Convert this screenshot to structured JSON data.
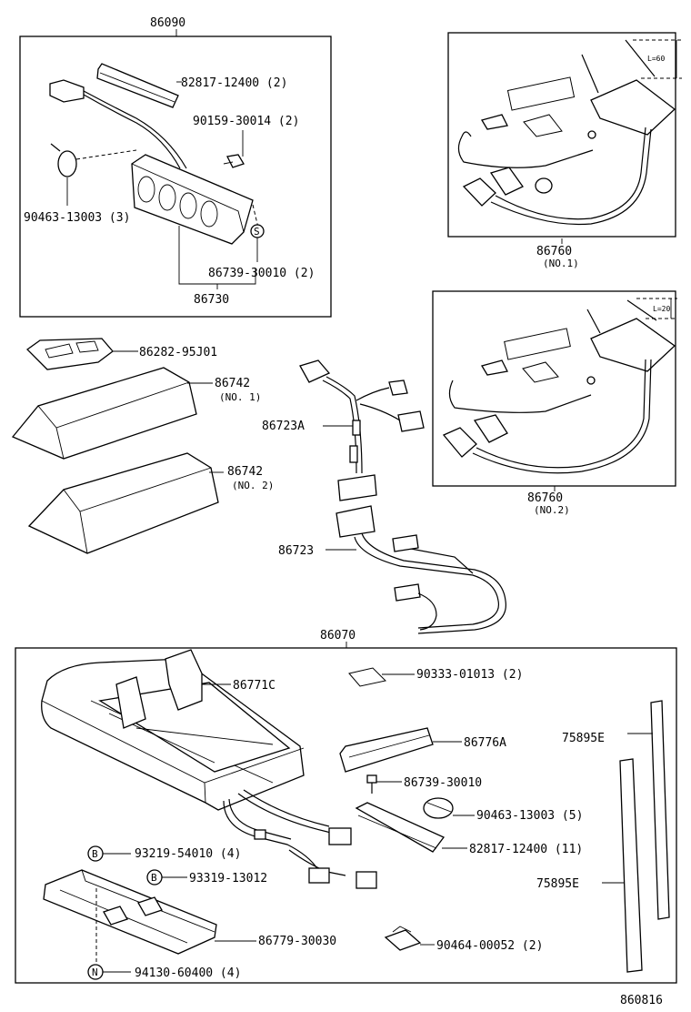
{
  "assemblies": {
    "switch_assy": {
      "number": "86090",
      "parts": {
        "clamp_pad": "82817-12400 (2)",
        "screw": "90159-30014 (2)",
        "clamp": "90463-13003 (3)",
        "screw_s": "86739-30010 (2)",
        "switch_panel": "86730"
      },
      "marker_s": "S"
    },
    "antenna_no1": {
      "number": "86760",
      "sub": "(NO.1)",
      "dimension": "L=60"
    },
    "antenna_no2": {
      "number": "86760",
      "sub": "(NO.2)",
      "dimension": "L=20"
    },
    "middle": {
      "bracket": "86282-95J01",
      "cover1": {
        "number": "86742",
        "sub": "(NO. 1)"
      },
      "cover2": {
        "number": "86742",
        "sub": "(NO. 2)"
      },
      "harness_a": "86723A",
      "harness": "86723"
    },
    "main_unit": {
      "number": "86070",
      "parts": {
        "bracket_c": "86771C",
        "tape": "90333-01013 (2)",
        "cover_a": "86776A",
        "screw": "86739-30010",
        "clamp": "90463-13003 (5)",
        "clamp_pad": "82817-12400 (11)",
        "bolt_b1": "93219-54010 (4)",
        "bolt_b2": "93319-13012",
        "plate": "86779-30030",
        "clip": "90464-00052 (2)",
        "nut": "94130-60400 (4)",
        "strip1": "75895E",
        "strip2": "75895E"
      },
      "marker_b": "B",
      "marker_n": "N"
    }
  },
  "diagram_id": "860816"
}
